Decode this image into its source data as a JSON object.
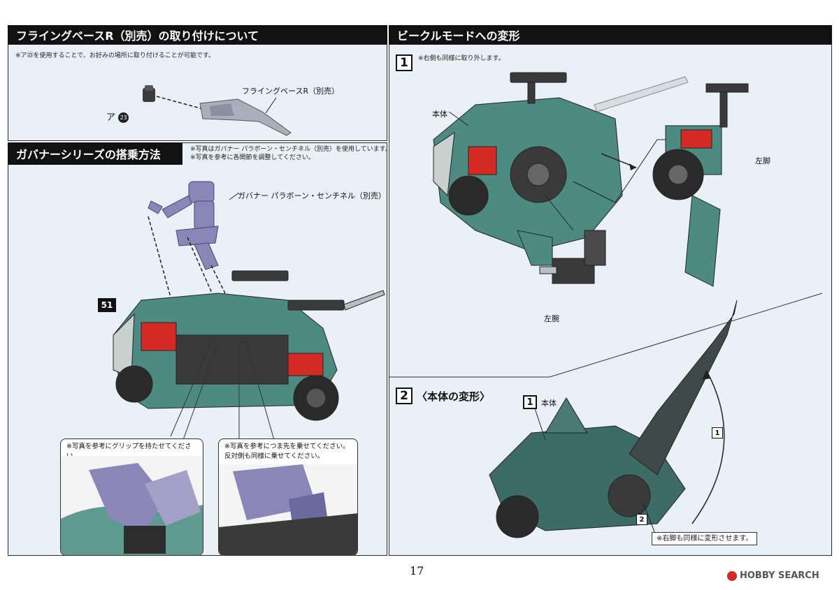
{
  "sections": {
    "flying_base": {
      "title": "フライングベースR（別売）の取り付けについて",
      "note": "※ア㉓を使用することで、お好みの場所に取り付けることが可能です。",
      "part_label": "フライングベースR（別売）",
      "part_ref_letter": "ア",
      "part_ref_number": "23"
    },
    "governor": {
      "title": "ガバナーシリーズの搭乗方法",
      "note_1": "※写真はガバナー パラボーン・センチネル（別売）を使用しています。",
      "note_2": "※写真を参考に各関節を調整してください。",
      "figure_label": "ガバナー パラボーン・センチネル（別売）",
      "part_badge": "51",
      "callout_left": "※写真を参考にグリップを持たせてください。",
      "callout_right_1": "※写真を参考につま先を乗せてください。",
      "callout_right_2": "反対側も同様に乗せてください。"
    },
    "vehicle": {
      "title": "ビークルモードへの変形",
      "step1_number": "1",
      "step1_note": "※右側も同様に取り外します。",
      "label_body": "本体",
      "label_left_leg": "左脚",
      "label_left_arm": "左腕",
      "step2_number": "2",
      "step2_title": "〈本体の変形〉",
      "step2_sub_number": "1",
      "step2_sub_label": "本体",
      "arrow1": "1",
      "arrow2": "2",
      "step2_note": "※右脚も同様に変形させます。"
    }
  },
  "footer": {
    "page_number": "17",
    "watermark": "HOBBY SEARCH"
  },
  "colors": {
    "panel_bg": "#e9f0f7",
    "header_bg": "#111111",
    "teal": "#3f7a73",
    "red": "#d42a24",
    "purple": "#8a86b8",
    "dark": "#3a3a3a"
  }
}
